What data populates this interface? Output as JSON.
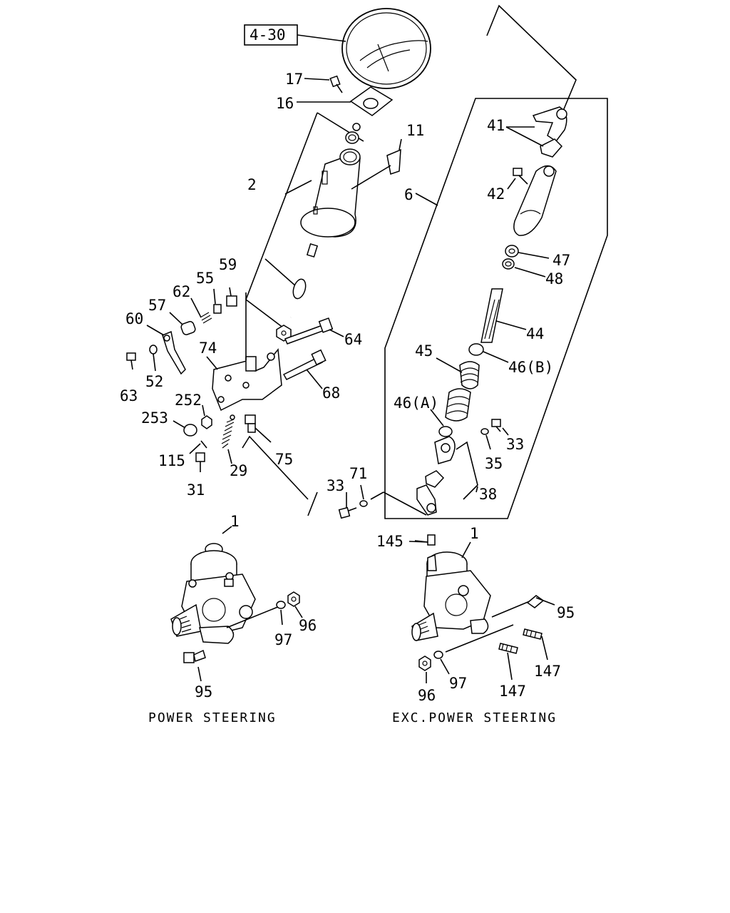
{
  "reference_box": "4-30",
  "callouts": {
    "c17": "17",
    "c16": "16",
    "c2": "2",
    "c11": "11",
    "c6": "6",
    "c41": "41",
    "c42": "42",
    "c47": "47",
    "c48": "48",
    "c44": "44",
    "c45": "45",
    "c46b": "46(B)",
    "c46a": "46(A)",
    "c33a": "33",
    "c35": "35",
    "c38": "38",
    "c33b": "33",
    "c71": "71",
    "c55": "55",
    "c59": "59",
    "c62": "62",
    "c57": "57",
    "c60": "60",
    "c74": "74",
    "c64": "64",
    "c68": "68",
    "c52": "52",
    "c63": "63",
    "c252": "252",
    "c253": "253",
    "c115": "115",
    "c31": "31",
    "c29": "29",
    "c75": "75",
    "c1a": "1",
    "c97a": "97",
    "c96a": "96",
    "c95a": "95",
    "c145": "145",
    "c1b": "1",
    "c95b": "95",
    "c147a": "147",
    "c147b": "147",
    "c97b": "97",
    "c96b": "96"
  },
  "captions": {
    "left": "POWER STEERING",
    "right": "EXC.POWER STEERING"
  }
}
